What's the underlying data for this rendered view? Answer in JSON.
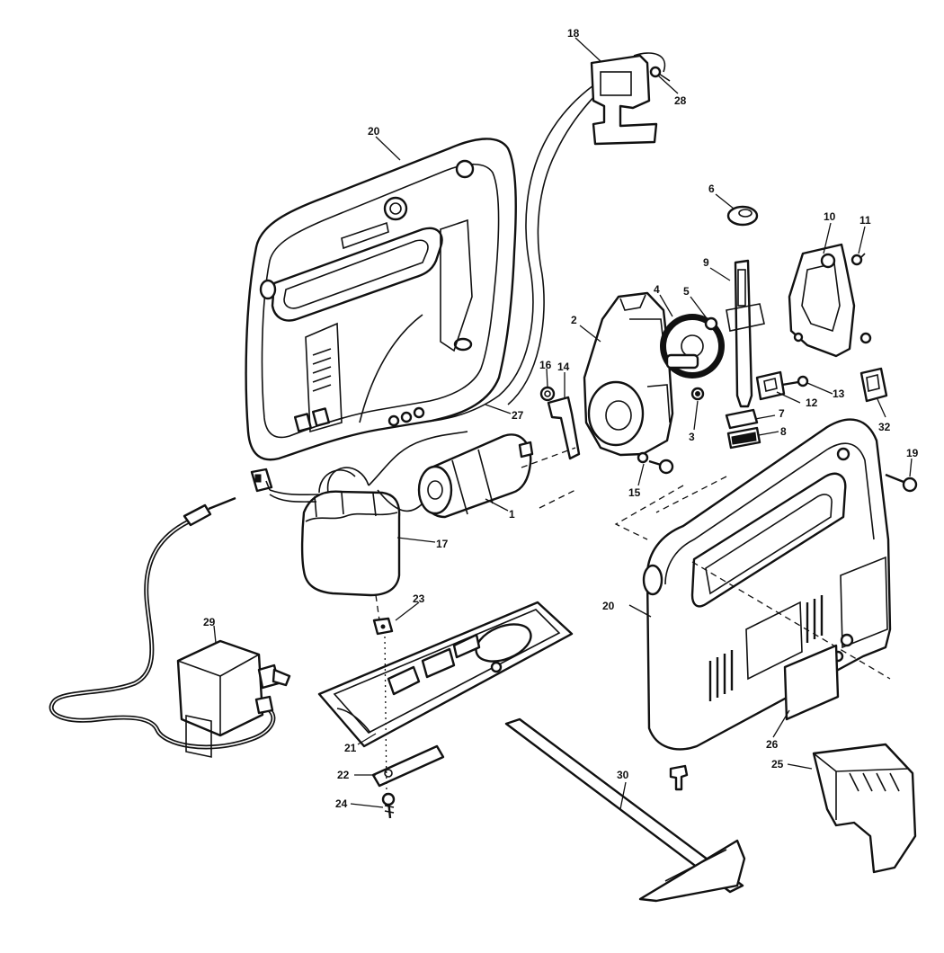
{
  "callouts": {
    "c1": "1",
    "c2": "2",
    "c3": "3",
    "c4": "4",
    "c5": "5",
    "c6": "6",
    "c7": "7",
    "c8": "8",
    "c9": "9",
    "c10": "10",
    "c11": "11",
    "c12": "12",
    "c13": "13",
    "c14": "14",
    "c15": "15",
    "c16": "16",
    "c17": "17",
    "c18": "18",
    "c19": "19",
    "c20a": "20",
    "c20b": "20",
    "c21": "21",
    "c22": "22",
    "c23": "23",
    "c24": "24",
    "c25": "25",
    "c26": "26",
    "c27": "27",
    "c28": "28",
    "c29": "29",
    "c30": "30",
    "c32": "32"
  }
}
